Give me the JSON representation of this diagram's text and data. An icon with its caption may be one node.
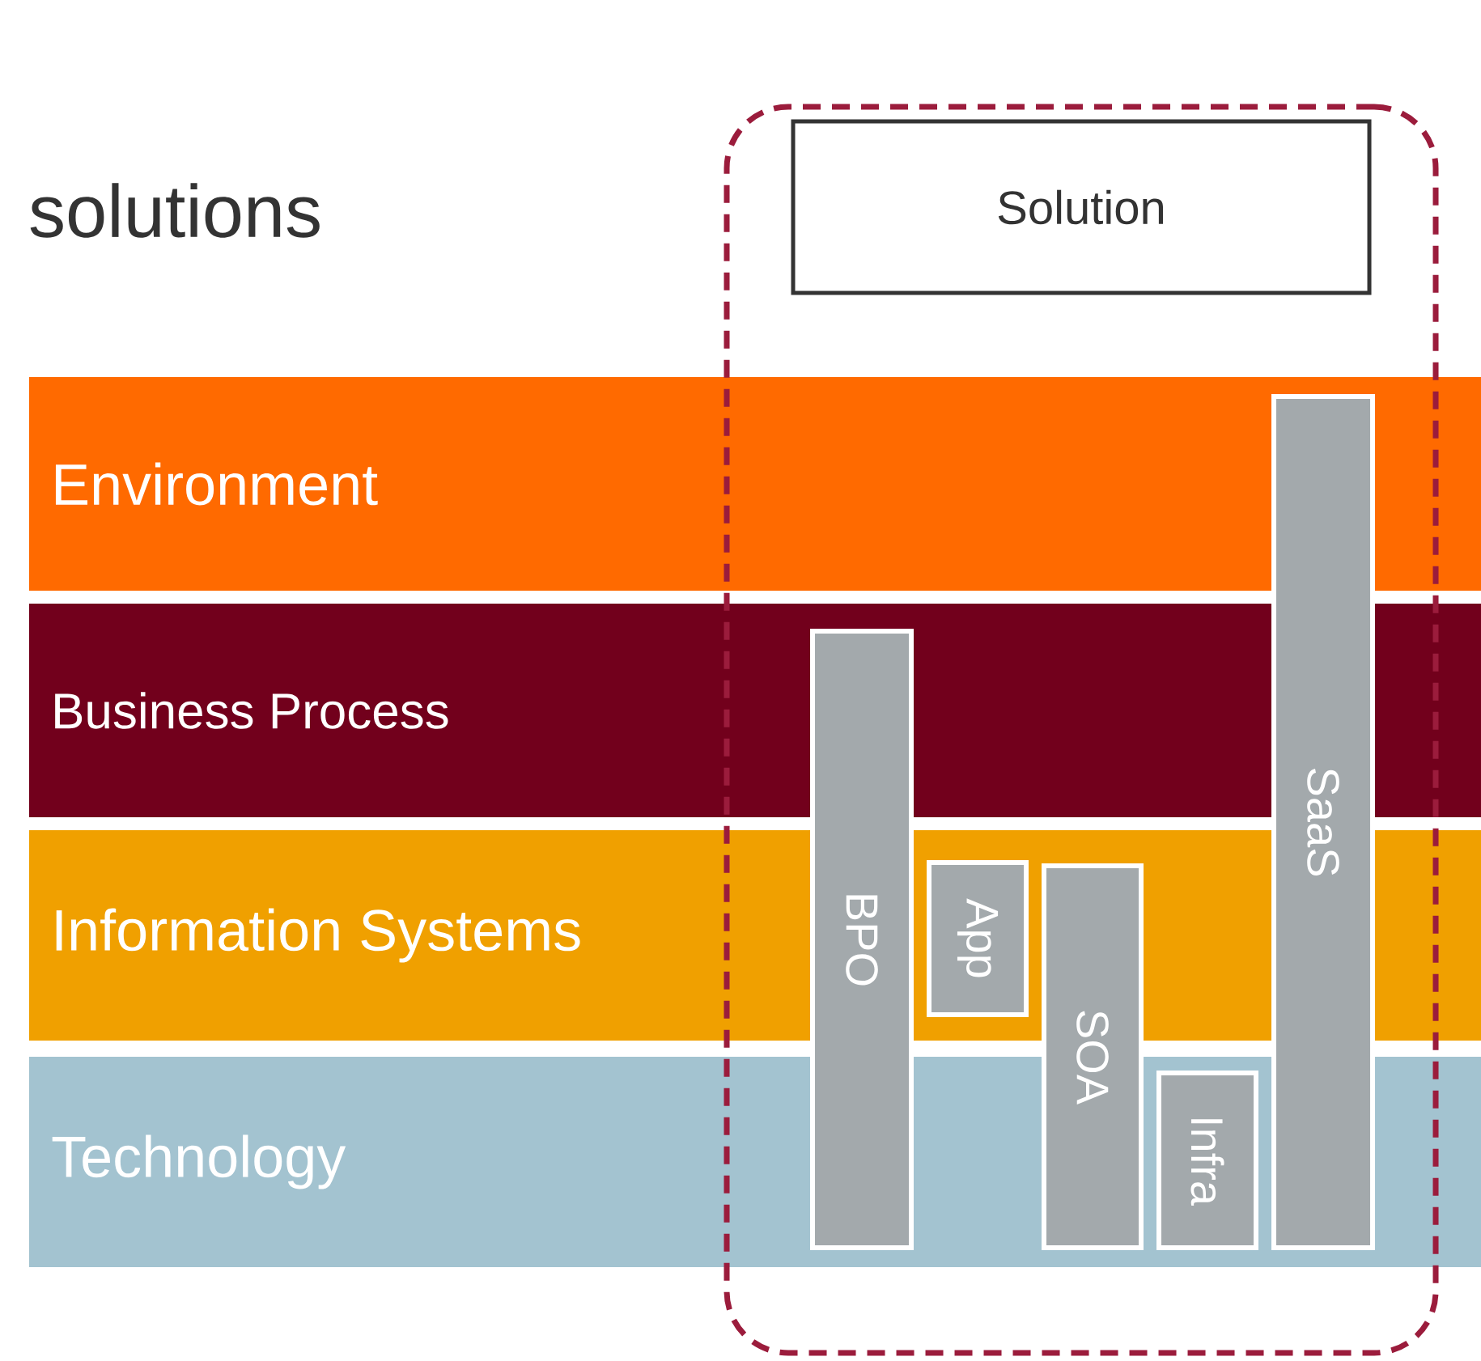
{
  "diagram": {
    "title": "solutions",
    "nodes": [
      {
        "text": [
          "Environment"
        ]
      },
      {
        "text": [
          "Business Process"
        ]
      },
      {
        "text": [
          "Information Systems"
        ]
      },
      {
        "text": [
          "Technology"
        ]
      },
      {
        "text": [],
        "shape": "box"
      },
      {
        "text": [
          "Solution"
        ],
        "in": 4
      },
      {
        "text": [
          "BPO"
        ],
        "in": 4
      },
      {
        "text": [
          "App"
        ]
      },
      {
        "text": [
          "SOA"
        ],
        "in": 4
      },
      {
        "text": [
          "Infra"
        ]
      },
      {
        "text": [
          "SaaS"
        ],
        "in": 4
      }
    ]
  }
}
